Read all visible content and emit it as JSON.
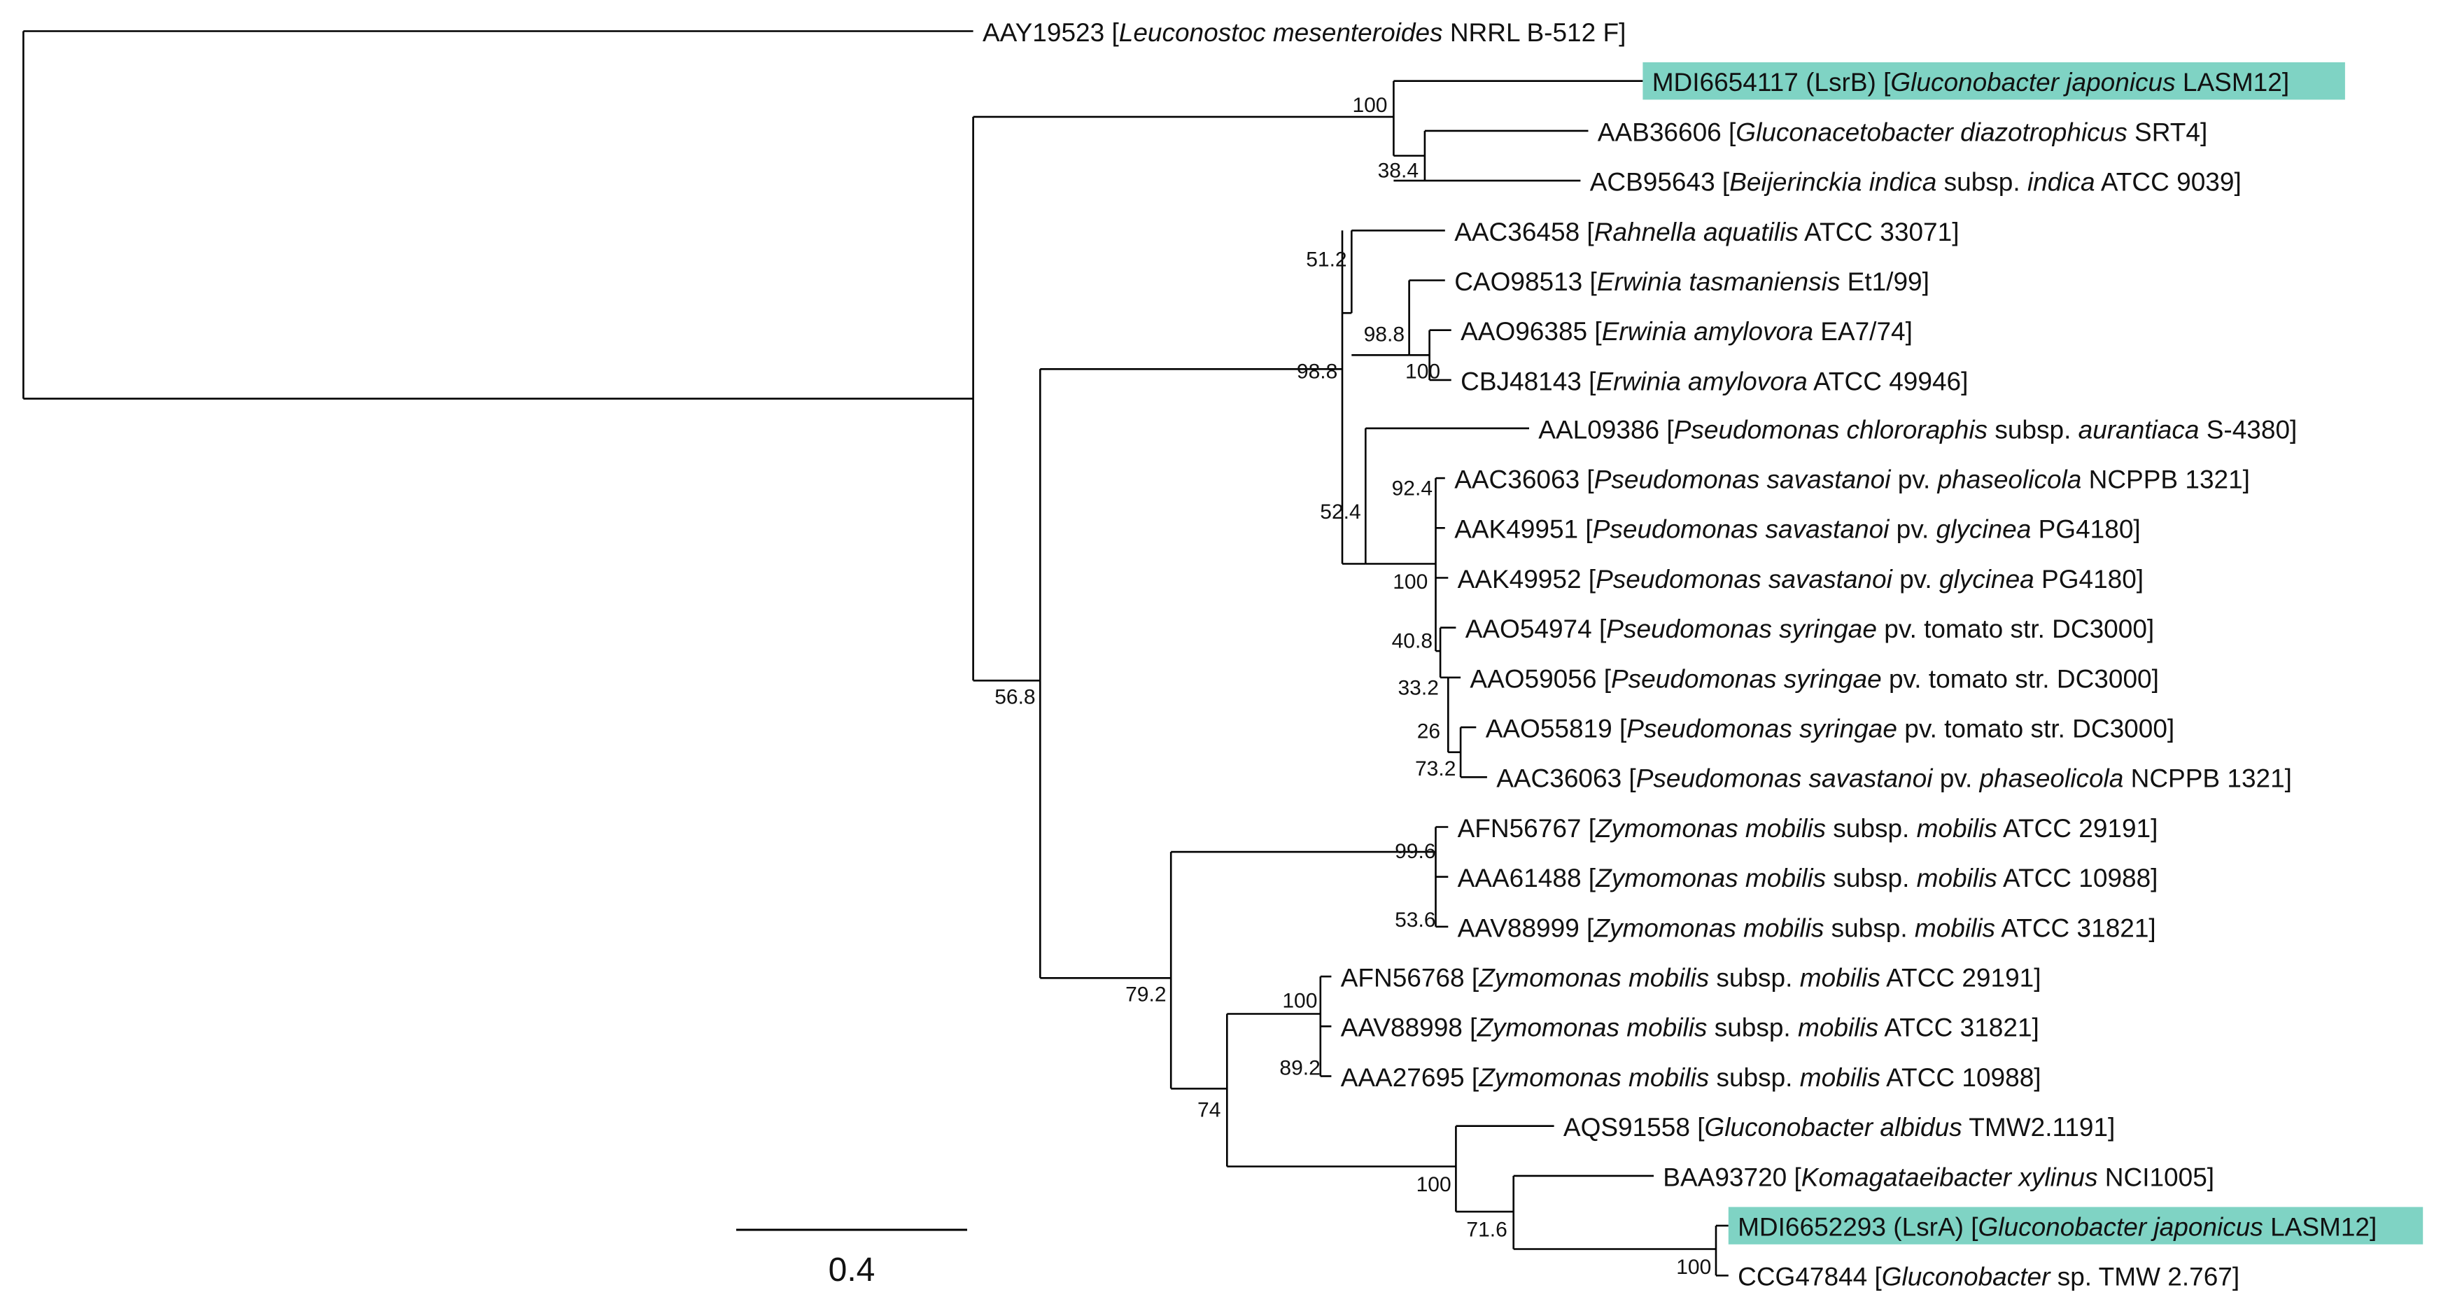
{
  "figure": {
    "highlight_color": "#7fd3c4",
    "scale_bar_label": "0.4",
    "leaves": [
      {
        "acc": "AAY19523",
        "parts": [
          {
            "t": " ["
          },
          {
            "t": "Leuconostoc mesenteroides",
            "i": true
          },
          {
            "t": " NRRL B-512 F]"
          }
        ]
      },
      {
        "acc": "MDI6654117",
        "parts": [
          {
            "t": " (LsrB) ["
          },
          {
            "t": "Gluconobacter japonicus",
            "i": true
          },
          {
            "t": " LASM12]"
          }
        ],
        "highlight": true
      },
      {
        "acc": "AAB36606",
        "parts": [
          {
            "t": " ["
          },
          {
            "t": "Gluconacetobacter diazotrophicus",
            "i": true
          },
          {
            "t": " SRT4]"
          }
        ]
      },
      {
        "acc": "ACB95643",
        "parts": [
          {
            "t": " ["
          },
          {
            "t": "Beijerinckia indica",
            "i": true
          },
          {
            "t": " subsp. "
          },
          {
            "t": "indica",
            "i": true
          },
          {
            "t": " ATCC 9039]"
          }
        ]
      },
      {
        "acc": "AAC36458",
        "parts": [
          {
            "t": " ["
          },
          {
            "t": "Rahnella aquatilis",
            "i": true
          },
          {
            "t": " ATCC 33071]"
          }
        ]
      },
      {
        "acc": "CAO98513",
        "parts": [
          {
            "t": " ["
          },
          {
            "t": "Erwinia tasmaniensis",
            "i": true
          },
          {
            "t": " Et1/99]"
          }
        ]
      },
      {
        "acc": "AAO96385",
        "parts": [
          {
            "t": " ["
          },
          {
            "t": "Erwinia amylovora",
            "i": true
          },
          {
            "t": " EA7/74]"
          }
        ]
      },
      {
        "acc": "CBJ48143",
        "parts": [
          {
            "t": " ["
          },
          {
            "t": "Erwinia amylovora",
            "i": true
          },
          {
            "t": " ATCC 49946]"
          }
        ]
      },
      {
        "acc": "AAL09386",
        "parts": [
          {
            "t": " ["
          },
          {
            "t": "Pseudomonas chlororaphis",
            "i": true
          },
          {
            "t": " subsp. "
          },
          {
            "t": "aurantiaca",
            "i": true
          },
          {
            "t": " S-4380]"
          }
        ]
      },
      {
        "acc": "AAC36063",
        "parts": [
          {
            "t": " ["
          },
          {
            "t": "Pseudomonas savastanoi",
            "i": true
          },
          {
            "t": " pv. "
          },
          {
            "t": "phaseolicola",
            "i": true
          },
          {
            "t": " NCPPB 1321]"
          }
        ]
      },
      {
        "acc": "AAK49951",
        "parts": [
          {
            "t": " ["
          },
          {
            "t": "Pseudomonas savastanoi",
            "i": true
          },
          {
            "t": " pv. "
          },
          {
            "t": "glycinea",
            "i": true
          },
          {
            "t": " PG4180]"
          }
        ]
      },
      {
        "acc": "AAK49952",
        "parts": [
          {
            "t": " ["
          },
          {
            "t": "Pseudomonas savastanoi",
            "i": true
          },
          {
            "t": " pv. "
          },
          {
            "t": "glycinea",
            "i": true
          },
          {
            "t": " PG4180]"
          }
        ]
      },
      {
        "acc": "AAO54974",
        "parts": [
          {
            "t": " ["
          },
          {
            "t": "Pseudomonas syringae",
            "i": true
          },
          {
            "t": " pv. tomato str. DC3000]"
          }
        ]
      },
      {
        "acc": "AAO59056",
        "parts": [
          {
            "t": " ["
          },
          {
            "t": "Pseudomonas syringae",
            "i": true
          },
          {
            "t": " pv. tomato str. DC3000]"
          }
        ]
      },
      {
        "acc": "AAO55819",
        "parts": [
          {
            "t": " ["
          },
          {
            "t": "Pseudomonas syringae",
            "i": true
          },
          {
            "t": " pv. tomato str. DC3000]"
          }
        ]
      },
      {
        "acc": "AAC36063",
        "parts": [
          {
            "t": " ["
          },
          {
            "t": "Pseudomonas savastanoi",
            "i": true
          },
          {
            "t": " pv. "
          },
          {
            "t": "phaseolicola",
            "i": true
          },
          {
            "t": " NCPPB 1321]"
          }
        ]
      },
      {
        "acc": "AFN56767",
        "parts": [
          {
            "t": " ["
          },
          {
            "t": "Zymomonas mobilis",
            "i": true
          },
          {
            "t": " subsp. "
          },
          {
            "t": "mobilis",
            "i": true
          },
          {
            "t": " ATCC 29191]"
          }
        ]
      },
      {
        "acc": "AAA61488",
        "parts": [
          {
            "t": " ["
          },
          {
            "t": "Zymomonas mobilis",
            "i": true
          },
          {
            "t": " subsp. "
          },
          {
            "t": "mobilis",
            "i": true
          },
          {
            "t": " ATCC 10988]"
          }
        ]
      },
      {
        "acc": "AAV88999",
        "parts": [
          {
            "t": " ["
          },
          {
            "t": "Zymomonas mobilis",
            "i": true
          },
          {
            "t": " subsp. "
          },
          {
            "t": "mobilis",
            "i": true
          },
          {
            "t": " ATCC 31821]"
          }
        ]
      },
      {
        "acc": "AFN56768",
        "parts": [
          {
            "t": " ["
          },
          {
            "t": "Zymomonas mobilis",
            "i": true
          },
          {
            "t": " subsp. "
          },
          {
            "t": "mobilis",
            "i": true
          },
          {
            "t": " ATCC 29191]"
          }
        ]
      },
      {
        "acc": "AAV88998",
        "parts": [
          {
            "t": " ["
          },
          {
            "t": "Zymomonas mobilis",
            "i": true
          },
          {
            "t": " subsp. "
          },
          {
            "t": "mobilis",
            "i": true
          },
          {
            "t": " ATCC 31821]"
          }
        ]
      },
      {
        "acc": "AAA27695",
        "parts": [
          {
            "t": " ["
          },
          {
            "t": "Zymomonas mobilis",
            "i": true
          },
          {
            "t": " subsp. "
          },
          {
            "t": "mobilis",
            "i": true
          },
          {
            "t": " ATCC 10988]"
          }
        ]
      },
      {
        "acc": "AQS91558",
        "parts": [
          {
            "t": " ["
          },
          {
            "t": "Gluconobacter albidus",
            "i": true
          },
          {
            "t": " TMW2.1191]"
          }
        ]
      },
      {
        "acc": "BAA93720",
        "parts": [
          {
            "t": " ["
          },
          {
            "t": "Komagataeibacter xylinus",
            "i": true
          },
          {
            "t": " NCI1005]"
          }
        ]
      },
      {
        "acc": "MDI6652293",
        "parts": [
          {
            "t": " (LsrA) ["
          },
          {
            "t": "Gluconobacter japonicus",
            "i": true
          },
          {
            "t": " LASM12]"
          }
        ],
        "highlight": true
      },
      {
        "acc": "CCG47844",
        "parts": [
          {
            "t": " ["
          },
          {
            "t": "Gluconobacter",
            "i": true
          },
          {
            "t": " sp. TMW 2.767]"
          }
        ]
      }
    ],
    "bootstrap_values": [
      "100",
      "38.4",
      "51.2",
      "98.8",
      "100",
      "98.8",
      "52.4",
      "92.4",
      "100",
      "40.8",
      "33.2",
      "26",
      "73.2",
      "56.8",
      "99.6",
      "53.6",
      "79.2",
      "100",
      "89.2",
      "74",
      "100",
      "71.6",
      "100"
    ]
  }
}
